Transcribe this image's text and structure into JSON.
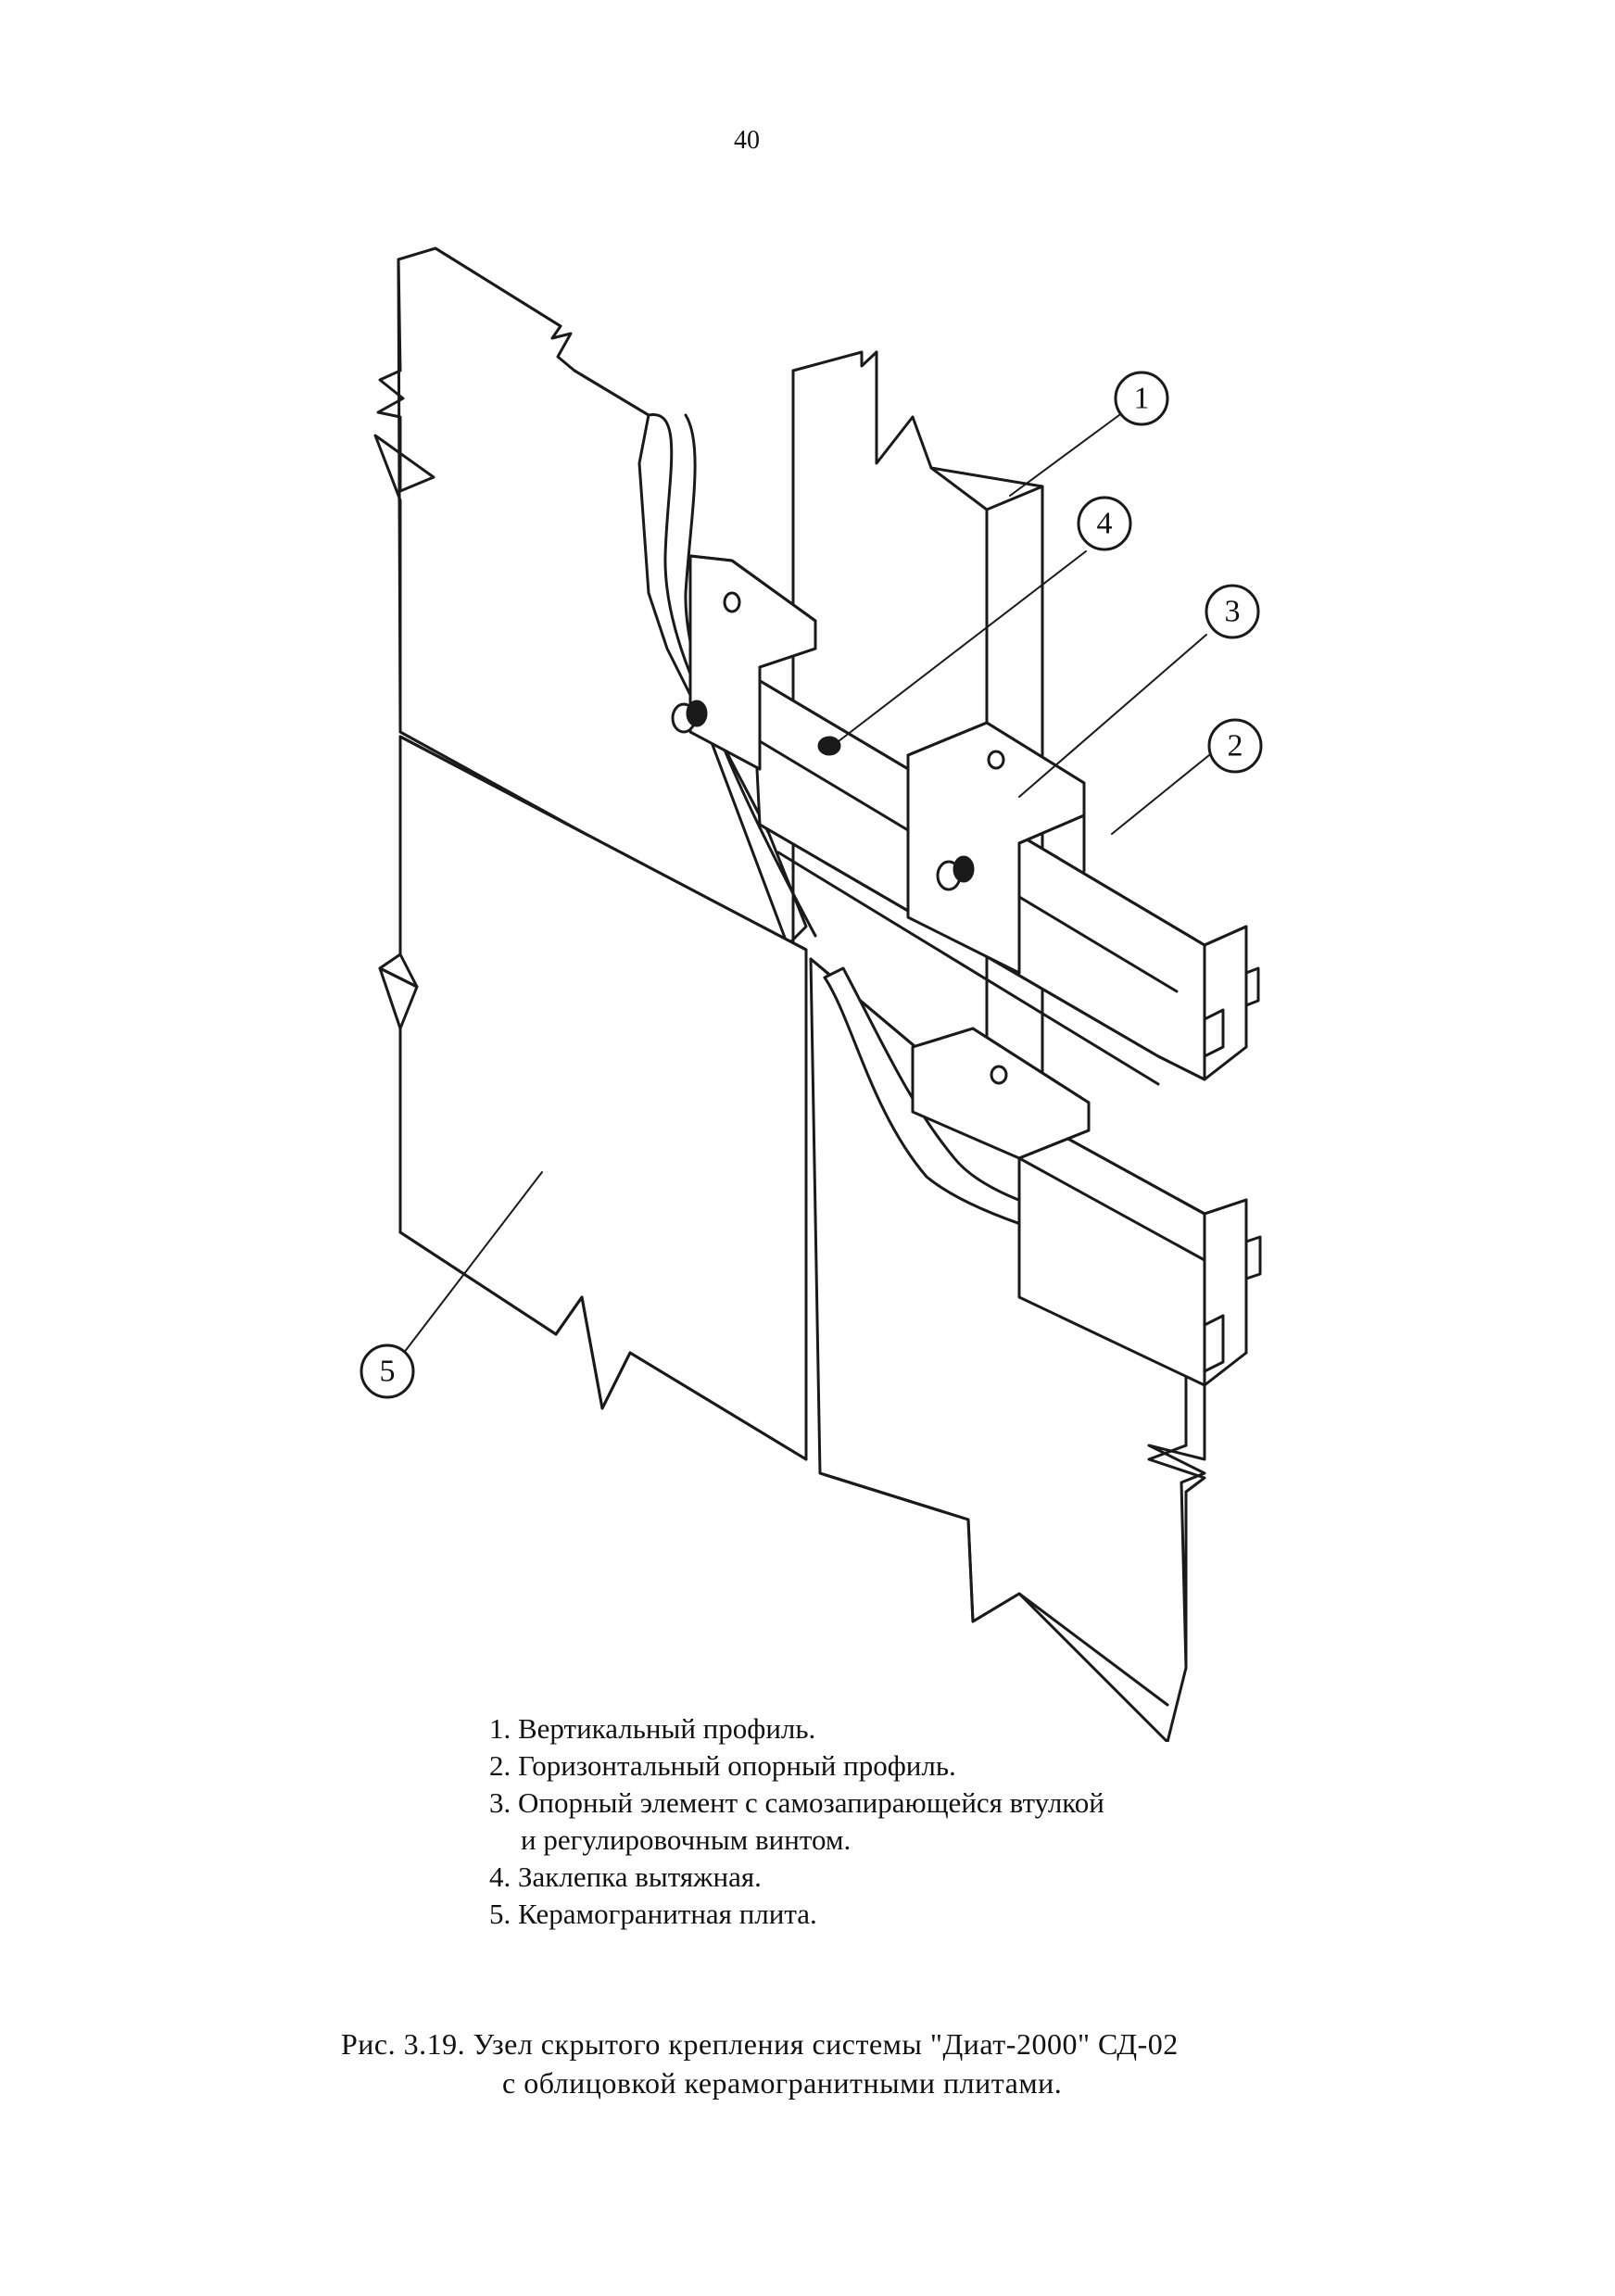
{
  "page_number": "40",
  "callouts": [
    "1",
    "2",
    "3",
    "4",
    "5"
  ],
  "legend": [
    {
      "lines": [
        "1. Вертикальный профиль."
      ]
    },
    {
      "lines": [
        "2. Горизонтальный опорный профиль."
      ]
    },
    {
      "lines": [
        "3. Опорный элемент с самозапирающейся втулкой",
        "и регулировочным винтом."
      ]
    },
    {
      "lines": [
        "4. Заклепка вытяжная."
      ]
    },
    {
      "lines": [
        "5. Керамогранитная плита."
      ]
    }
  ],
  "caption": {
    "line1": "Рис. 3.19. Узел скрытого крепления системы \"Диат-2000\" СД-02",
    "line2": "с облицовкой керамогранитными плитами."
  }
}
